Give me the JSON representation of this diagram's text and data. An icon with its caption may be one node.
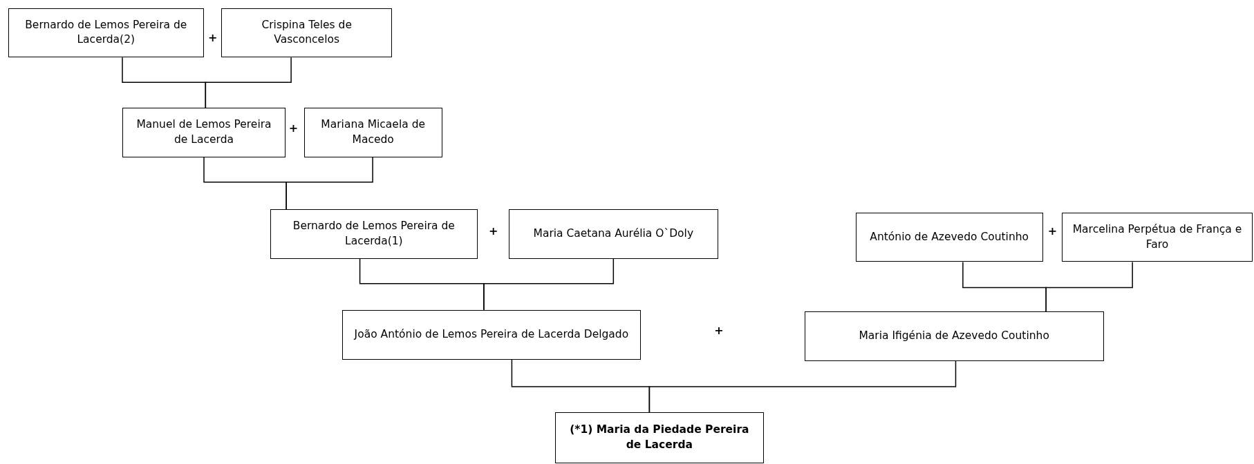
{
  "diagram": {
    "nodes": [
      {
        "text": [
          "Bernardo de Lemos Pereira de Lacerda(2)"
        ]
      },
      {
        "text": [
          "Crispina Teles de Vasconcelos"
        ]
      },
      {
        "text": [
          "Manuel de Lemos Pereira de Lacerda"
        ]
      },
      {
        "text": [
          "Mariana Micaela de Macedo"
        ]
      },
      {
        "text": [
          "Bernardo de Lemos Pereira de Lacerda(1)"
        ]
      },
      {
        "text": [
          "Maria Caetana Aurélia O`Doly"
        ]
      },
      {
        "text": [
          "António de Azevedo Coutinho"
        ]
      },
      {
        "text": [
          "Marcelina Perpétua de França e Faro"
        ]
      },
      {
        "text": [
          "João António de Lemos Pereira de Lacerda Delgado"
        ]
      },
      {
        "text": [
          "Maria Ifigénia de Azevedo Coutinho"
        ]
      },
      {
        "text": [
          "(*1) Maria da Piedade Pereira de Lacerda"
        ]
      }
    ],
    "edges": [
      {
        "from": 0,
        "to": 2,
        "arrow": "none"
      },
      {
        "from": 1,
        "to": 2,
        "arrow": "none"
      },
      {
        "from": 2,
        "to": 4,
        "arrow": "none"
      },
      {
        "from": 3,
        "to": 4,
        "arrow": "none"
      },
      {
        "from": 4,
        "to": 8,
        "arrow": "none"
      },
      {
        "from": 5,
        "to": 8,
        "arrow": "none"
      },
      {
        "from": 6,
        "to": 9,
        "arrow": "none"
      },
      {
        "from": 7,
        "to": 9,
        "arrow": "none"
      },
      {
        "from": 8,
        "to": 10,
        "arrow": "none"
      },
      {
        "from": 9,
        "to": 10,
        "arrow": "none"
      }
    ],
    "labels": [
      "+",
      "+",
      "+",
      "+",
      "+"
    ]
  }
}
